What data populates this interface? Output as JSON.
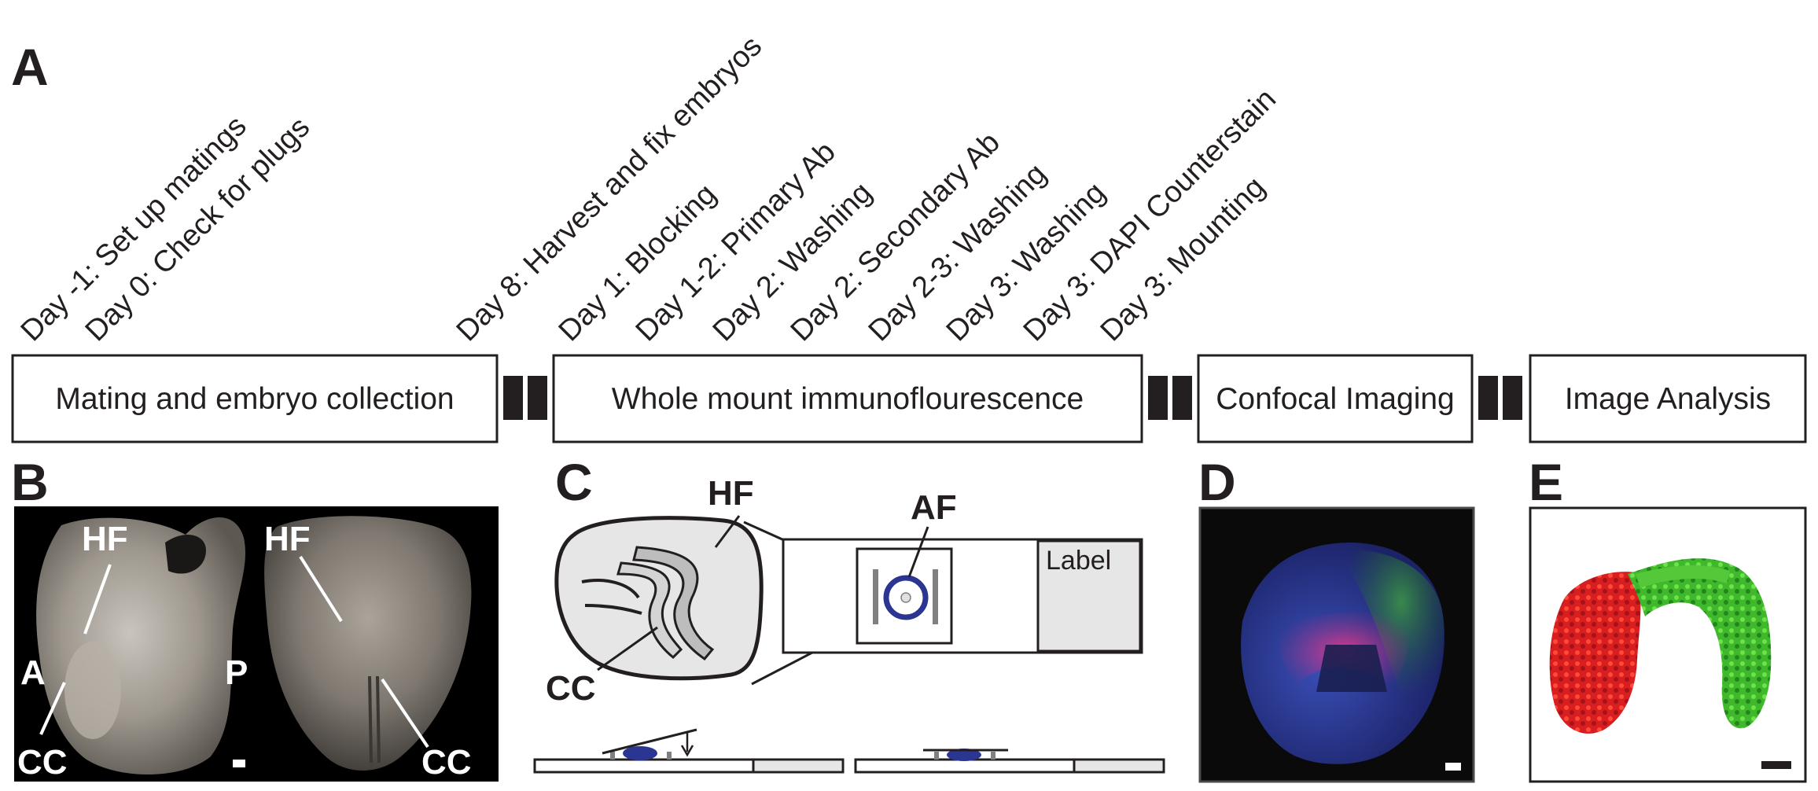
{
  "panels": {
    "a": "A",
    "b": "B",
    "c": "C",
    "d": "D",
    "e": "E"
  },
  "timeline": [
    "Day -1: Set up matings",
    "Day 0: Check for plugs",
    "Day 8: Harvest and fix embryos",
    "Day 1: Blocking",
    "Day 1-2: Primary Ab",
    "Day 2: Washing",
    "Day 2: Secondary Ab",
    "Day 2-3: Washing",
    "Day 3: Washing",
    "Day 3: DAPI Counterstain",
    "Day 3: Mounting"
  ],
  "stages": [
    "Mating and embryo collection",
    "Whole mount immunoflourescence",
    "Confocal Imaging",
    "Image Analysis"
  ],
  "panel_b": {
    "hf_left": "HF",
    "a_label": "A",
    "p_label": "P",
    "cc_left": "CC",
    "hf_right": "HF",
    "cc_right": "CC"
  },
  "panel_c": {
    "hf": "HF",
    "cc": "CC",
    "af": "AF",
    "slide_label": "Label"
  },
  "colors": {
    "ink": "#231f20",
    "dapi_blue": "#2b3592",
    "red_channel": "#e0201b",
    "green_channel": "#4cc42e"
  }
}
